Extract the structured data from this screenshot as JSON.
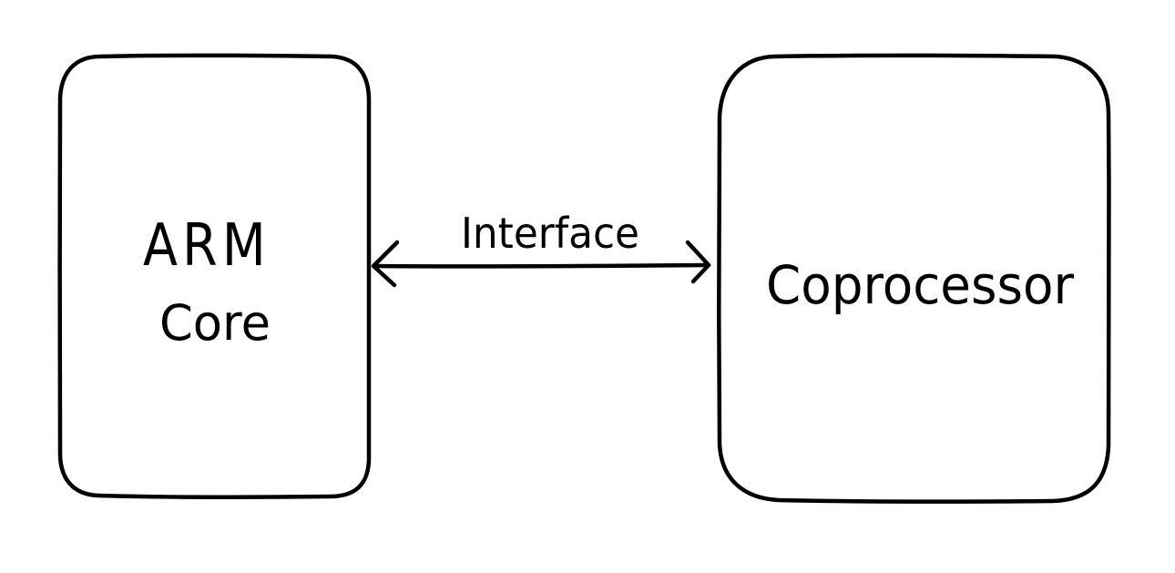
{
  "diagram": {
    "nodes": [
      {
        "id": "arm-core",
        "label_line1": "ARM",
        "label_line2": "Core"
      },
      {
        "id": "coprocessor",
        "label": "Coprocessor"
      }
    ],
    "edge": {
      "label": "Interface",
      "direction": "bidirectional",
      "from": "arm-core",
      "to": "coprocessor"
    }
  }
}
